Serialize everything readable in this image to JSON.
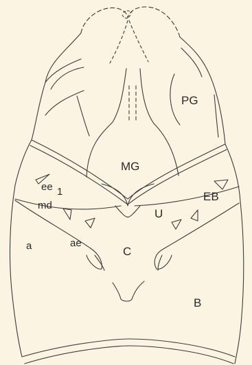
{
  "labels": {
    "pg": "PG",
    "mg": "MG",
    "ee": "ee",
    "ee_subscript": "1",
    "md": "md",
    "eb": "EB",
    "u": "U",
    "a": "a",
    "ae": "ae",
    "c": "C",
    "b": "B"
  },
  "colors": {
    "background": "#fbf4e2",
    "line": "#3a3a3a"
  }
}
